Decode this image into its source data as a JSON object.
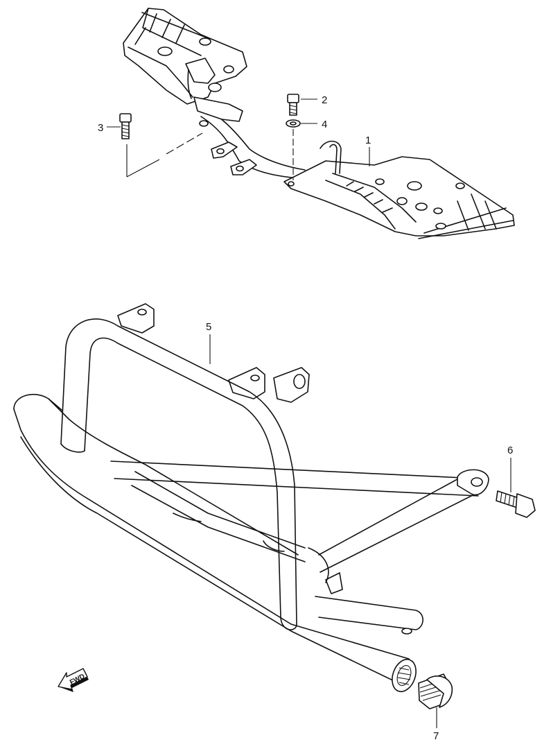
{
  "callouts": [
    {
      "id": "1",
      "text": "1"
    },
    {
      "id": "2",
      "text": "2"
    },
    {
      "id": "3",
      "text": "3"
    },
    {
      "id": "4",
      "text": "4"
    },
    {
      "id": "5",
      "text": "5"
    },
    {
      "id": "6",
      "text": "6"
    },
    {
      "id": "7",
      "text": "7"
    }
  ],
  "fwd_arrow": {
    "text": "FWD",
    "icon": "forward-arrow-icon"
  }
}
